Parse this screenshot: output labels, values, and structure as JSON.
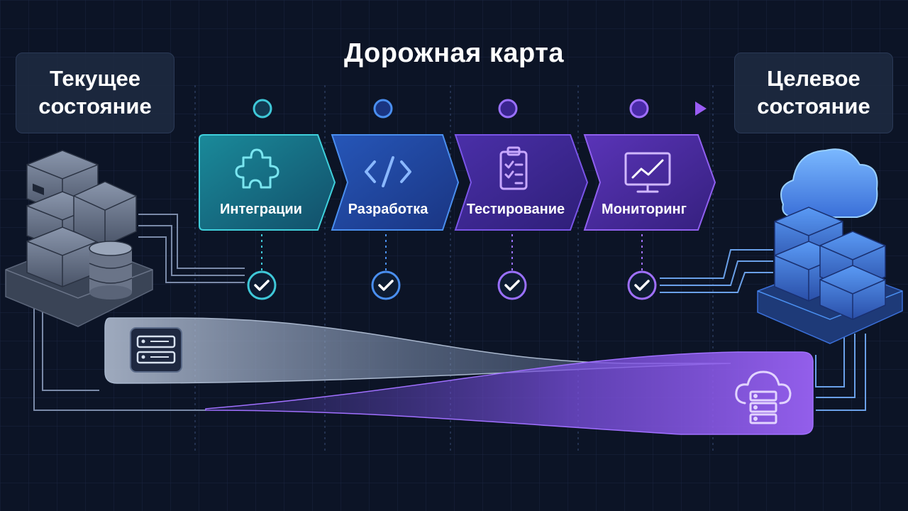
{
  "title": "Дорожная карта",
  "current_state": {
    "line1": "Текущее",
    "line2": "состояние"
  },
  "target_state": {
    "line1": "Целевое",
    "line2": "состояние"
  },
  "phases": [
    {
      "label": "Интеграции",
      "icon": "puzzle-icon",
      "color": "#1aa6b0"
    },
    {
      "label": "Разработка",
      "icon": "code-icon",
      "color": "#2f6ed6"
    },
    {
      "label": "Тестирование",
      "icon": "clipboard-checklist-icon",
      "color": "#6a3fc8"
    },
    {
      "label": "Мониторинг",
      "icon": "monitor-chart-icon",
      "color": "#7a44d8"
    }
  ],
  "colors": {
    "background": "#0c1426",
    "accent_cyan": "#3fc8d8",
    "accent_blue": "#4a8ff0",
    "accent_violet": "#a070ff"
  }
}
